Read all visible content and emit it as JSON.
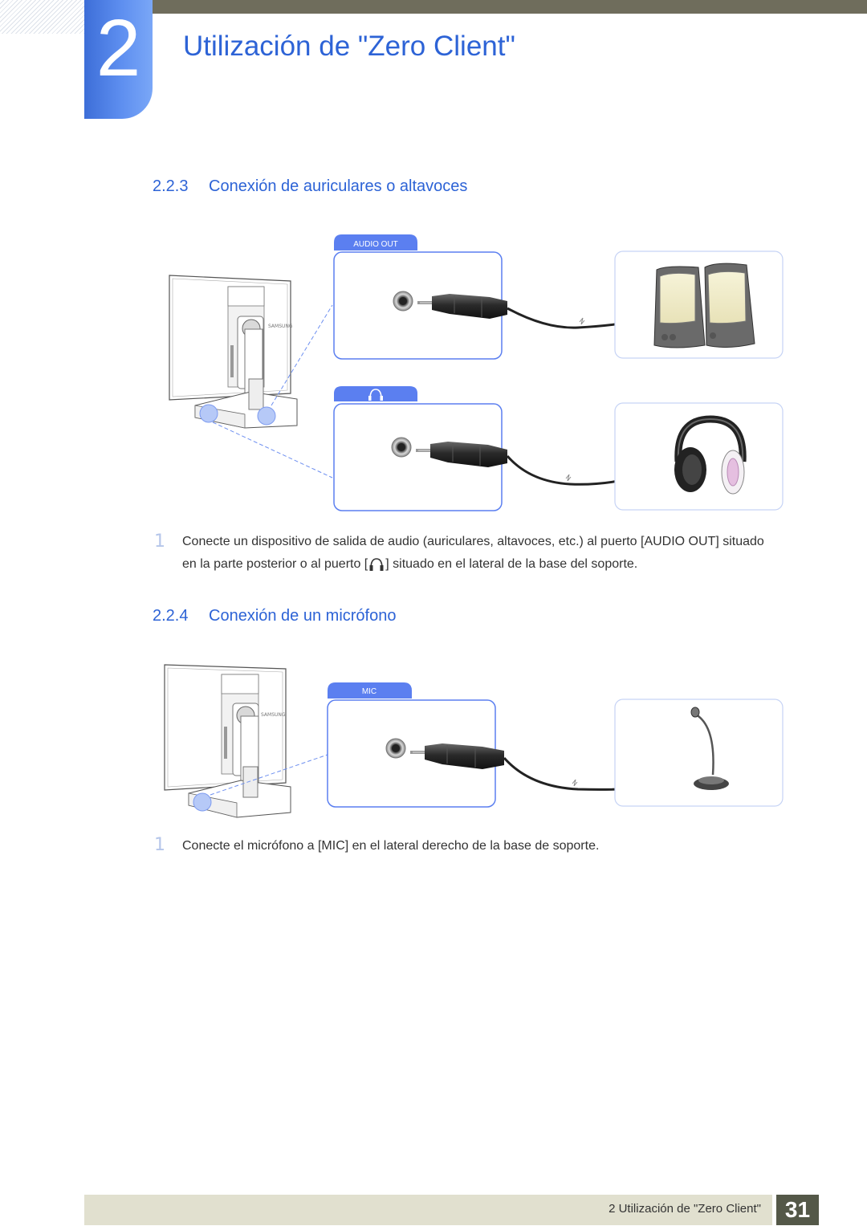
{
  "header": {
    "chapter_number": "2",
    "chapter_title": "Utilización de \"Zero Client\""
  },
  "sections": [
    {
      "number": "2.2.3",
      "title": "Conexión de auriculares o altavoces",
      "figure": {
        "port_labels": [
          "AUDIO OUT"
        ],
        "brand_text": "SAMSUNG"
      },
      "step": {
        "number": "1",
        "text_before_icon": "Conecte un dispositivo de salida de audio (auriculares, altavoces, etc.) al puerto [AUDIO OUT] situado en la parte posterior o al puerto [",
        "icon": "headphone-icon",
        "text_after_icon": "] situado en el lateral de la base del soporte."
      }
    },
    {
      "number": "2.2.4",
      "title": "Conexión de un micrófono",
      "figure": {
        "port_labels": [
          "MIC"
        ],
        "brand_text": "SAMSUNG"
      },
      "step": {
        "number": "1",
        "text": "Conecte el micrófono a [MIC] en el lateral derecho de la base de soporte."
      }
    }
  ],
  "footer": {
    "text": "2 Utilización de \"Zero Client\"",
    "page_number": "31"
  },
  "colors": {
    "accent_blue": "#2d63d6",
    "panel_border": "#5b7ff0",
    "footer_band": "#e1e0cf",
    "page_box": "#545848",
    "top_bar": "#6f6d5c"
  }
}
